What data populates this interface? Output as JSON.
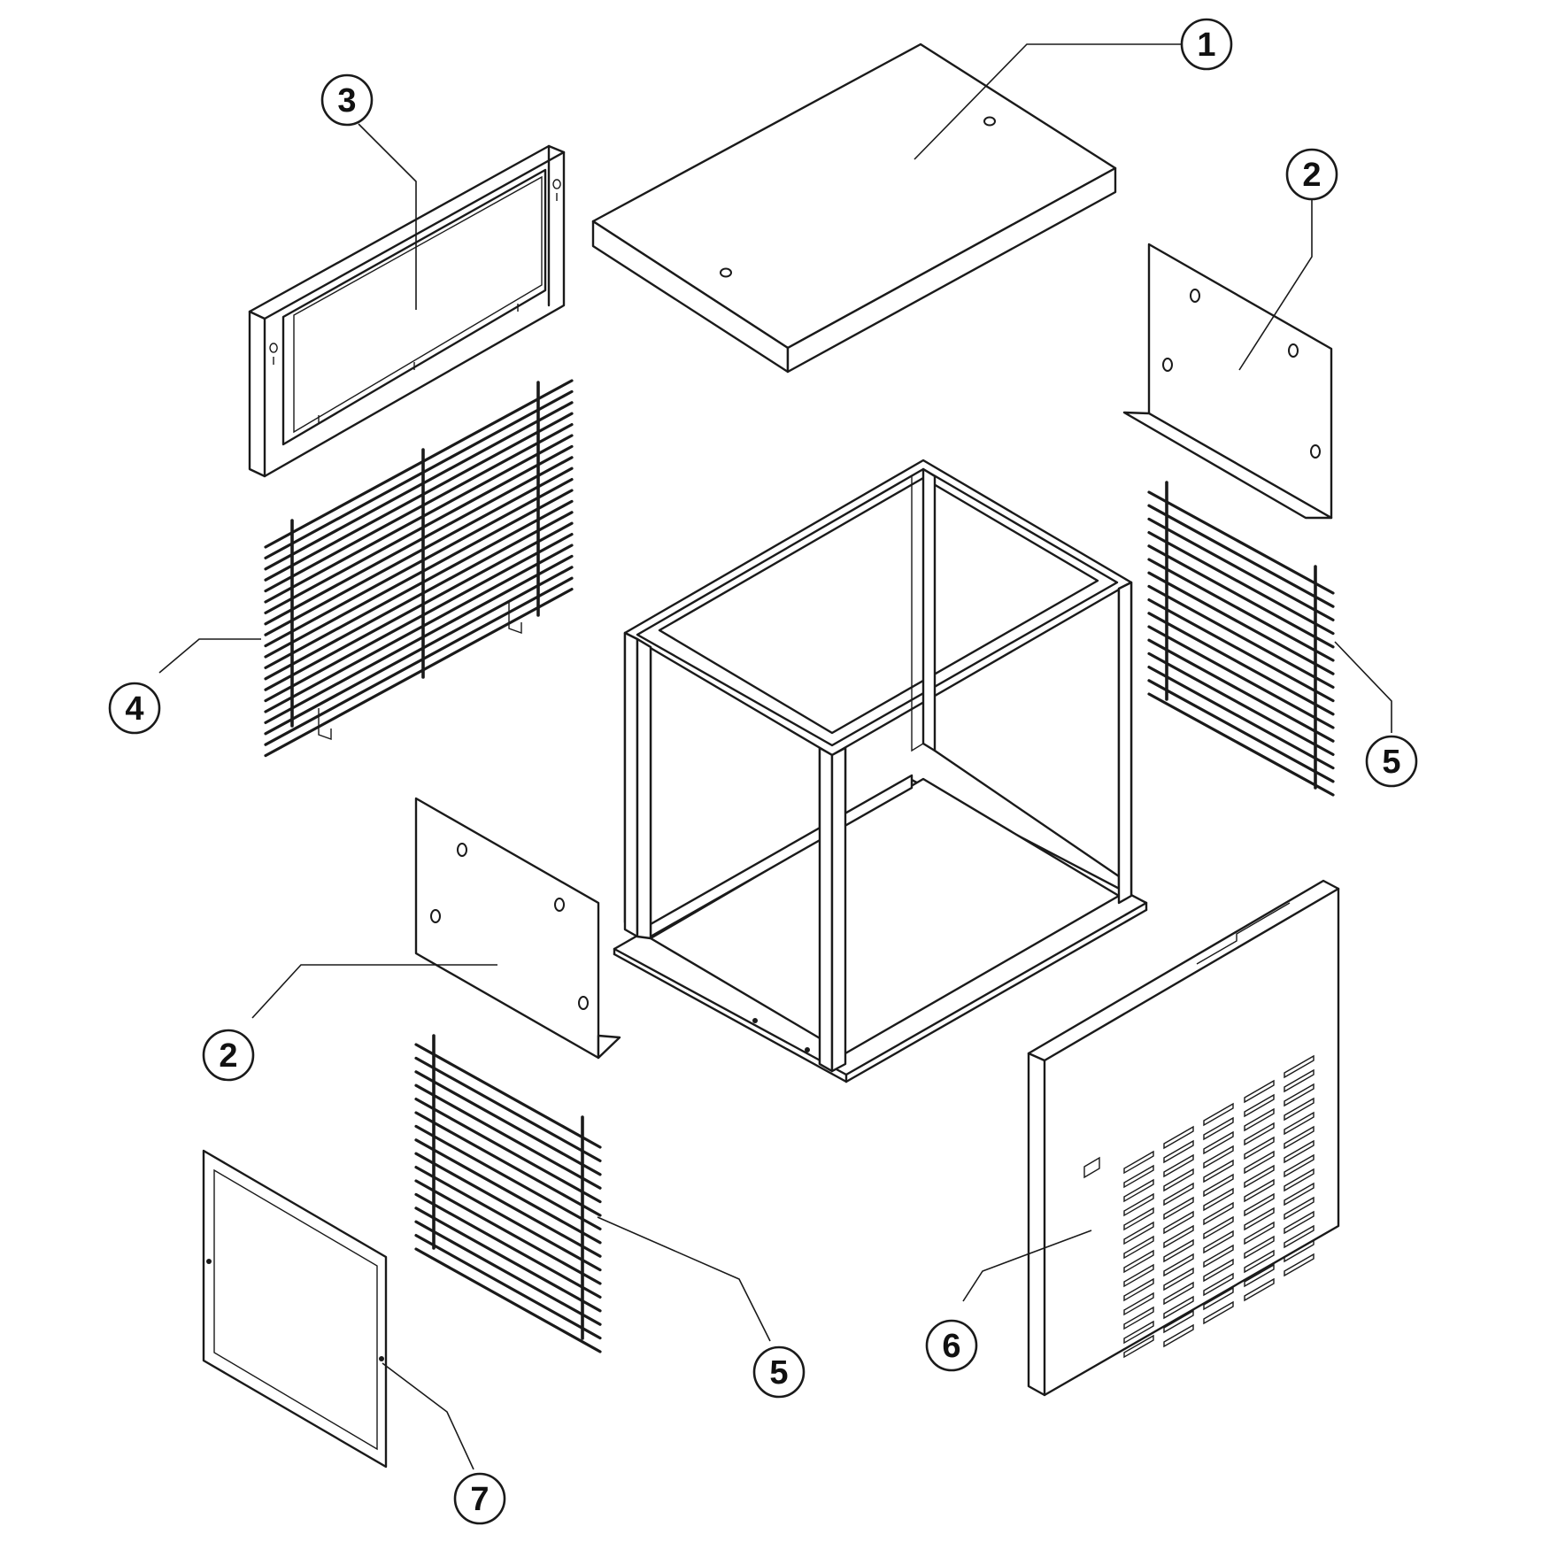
{
  "callouts": [
    {
      "id": "c1",
      "label": "1"
    },
    {
      "id": "c2a",
      "label": "2"
    },
    {
      "id": "c3",
      "label": "3"
    },
    {
      "id": "c4",
      "label": "4"
    },
    {
      "id": "c5a",
      "label": "5"
    },
    {
      "id": "c2b",
      "label": "2"
    },
    {
      "id": "c5b",
      "label": "5"
    },
    {
      "id": "c6",
      "label": "6"
    },
    {
      "id": "c7",
      "label": "7"
    }
  ]
}
